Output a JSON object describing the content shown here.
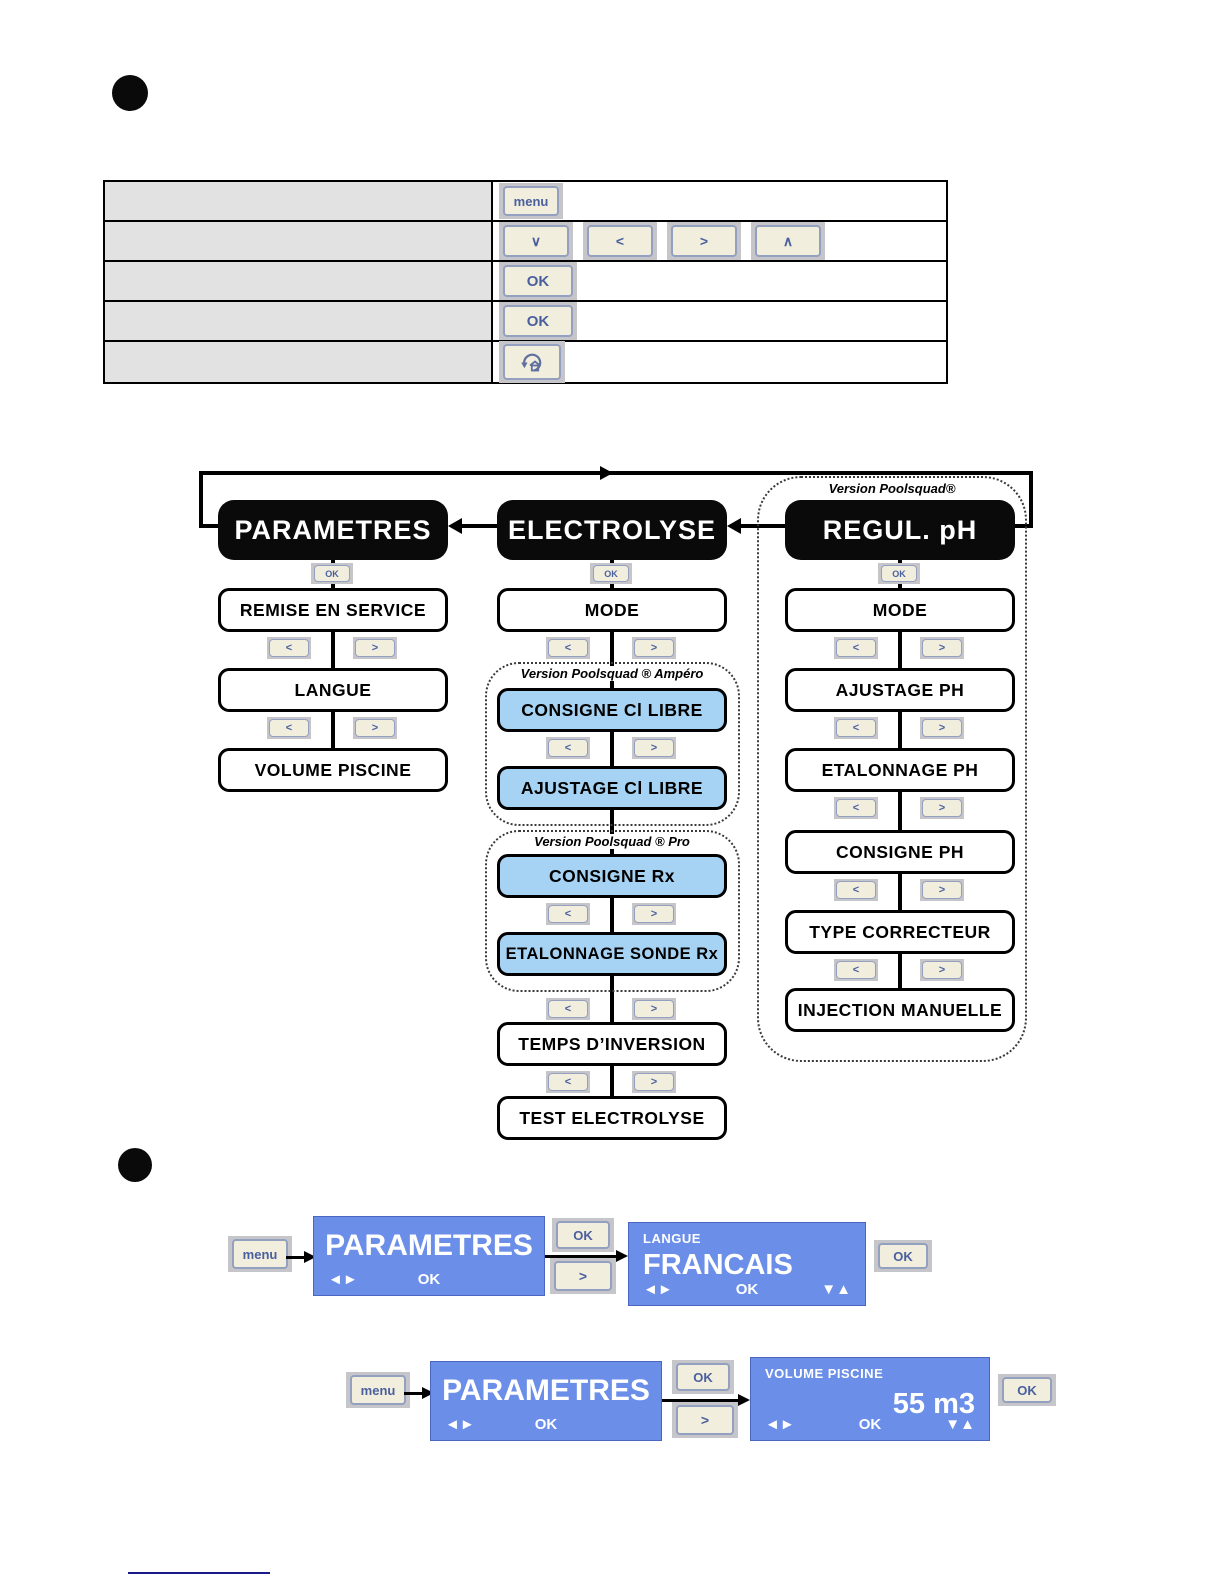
{
  "buttons": {
    "menu": "menu",
    "ok": "OK",
    "next": ">",
    "left": "<",
    "right": ">",
    "up": "∧",
    "down": "∨"
  },
  "diagram": {
    "menus": [
      "PARAMETRES",
      "ELECTROLYSE",
      "REGUL. pH"
    ],
    "version_main": "Version Poolsquad®",
    "version_ampero": "Version Poolsquad ® Ampéro",
    "version_pro": "Version Poolsquad ® Pro",
    "parametres_items": [
      "REMISE EN SERVICE",
      "LANGUE",
      "VOLUME PISCINE"
    ],
    "electrolyse_items": [
      "MODE",
      "CONSIGNE Cl LIBRE",
      "AJUSTAGE Cl LIBRE",
      "CONSIGNE Rx",
      "ETALONNAGE SONDE Rx",
      "TEMPS D’INVERSION",
      "TEST ELECTROLYSE"
    ],
    "regul_items": [
      "MODE",
      "AJUSTAGE PH",
      "ETALONNAGE PH",
      "CONSIGNE PH",
      "TYPE CORRECTEUR",
      "INJECTION MANUELLE"
    ]
  },
  "examples": {
    "ex1": {
      "screen1": {
        "title": "PARAMETRES",
        "arrows": "◄►",
        "ok": "OK"
      },
      "screen2": {
        "header": "LANGUE",
        "value": "FRANCAIS",
        "arrows": "◄►",
        "ok": "OK",
        "updown": "▼▲"
      }
    },
    "ex2": {
      "screen1": {
        "title": "PARAMETRES",
        "arrows": "◄►",
        "ok": "OK"
      },
      "screen2": {
        "header": "VOLUME PISCINE",
        "value": "55 m3",
        "arrows": "◄►",
        "ok": "OK",
        "updown": "▼▲"
      }
    }
  },
  "colors": {
    "lcd_blue": "#6b8ee9",
    "light_blue_box": "#a6d3f3",
    "black_box": "#0a0a0a",
    "button_face": "#f1eedd",
    "button_text": "#4a5f9e",
    "footer_line": "#1a1a8c"
  }
}
